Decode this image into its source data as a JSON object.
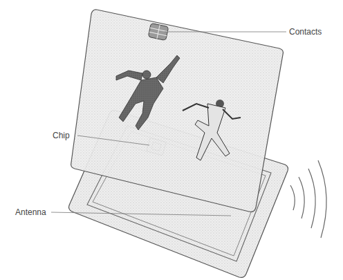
{
  "diagram": {
    "labels": [
      "Contacts",
      "Chip",
      "Antenna"
    ]
  }
}
